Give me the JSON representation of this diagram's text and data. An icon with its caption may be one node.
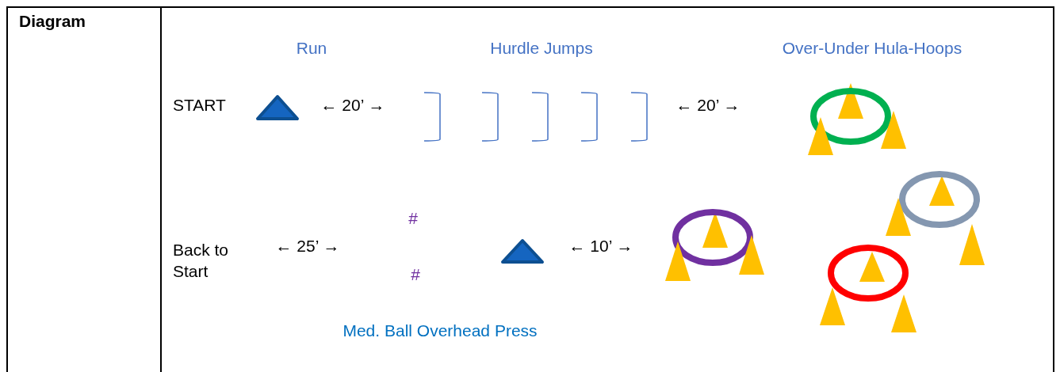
{
  "diagram": {
    "labels": [
      "Diagram",
      "Run",
      "Hurdle Jumps",
      "Over-Under Hula-Hoops",
      "START",
      "← 20’ →",
      "← 20’ →",
      "#",
      "Back to Start",
      "← 25’ →",
      "← 10’ →",
      "#",
      "Med. Ball Overhead Press"
    ]
  }
}
